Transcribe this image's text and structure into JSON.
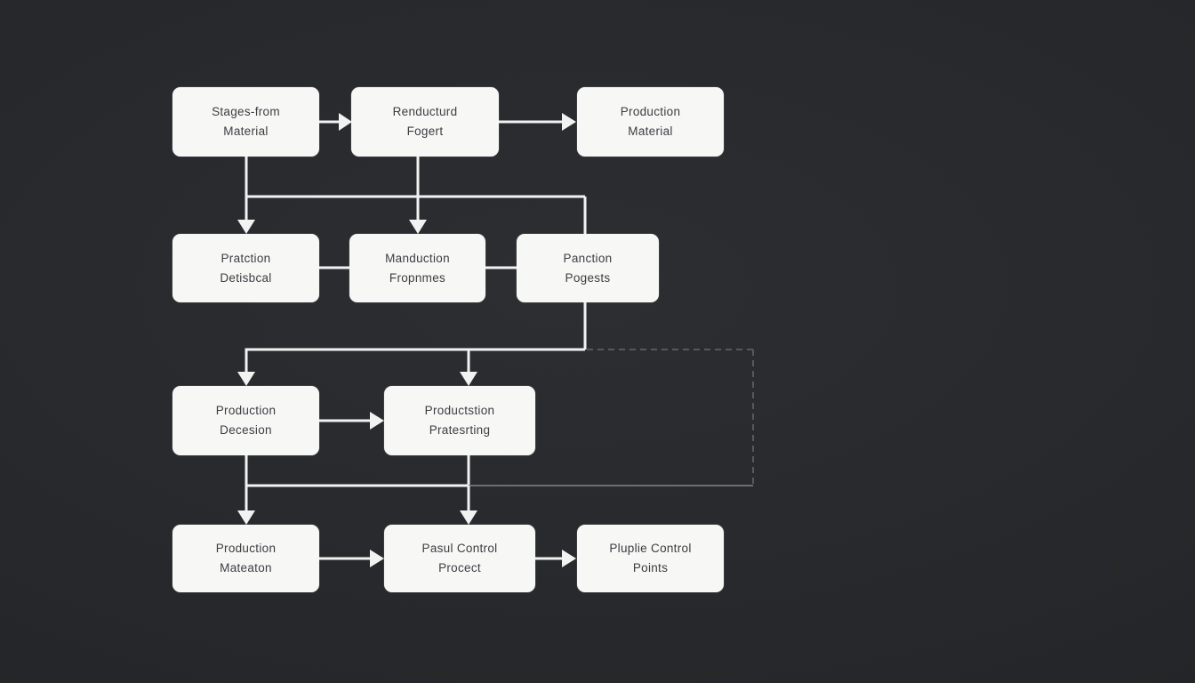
{
  "diagram": {
    "title": "production-flowchart",
    "nodes": [
      {
        "id": "stages-from-material",
        "line1": "Stages-from",
        "line2": "Material"
      },
      {
        "id": "renducturd-fogert",
        "line1": "Renducturd",
        "line2": "Fogert"
      },
      {
        "id": "production-material",
        "line1": "Production",
        "line2": "Material"
      },
      {
        "id": "pratction-detisbcal",
        "line1": "Pratction",
        "line2": "Detisbcal"
      },
      {
        "id": "manduction-fropnmes",
        "line1": "Manduction",
        "line2": "Fropnmes"
      },
      {
        "id": "panction-pogests",
        "line1": "Panction",
        "line2": "Pogests"
      },
      {
        "id": "production-decesion",
        "line1": "Production",
        "line2": "Decesion"
      },
      {
        "id": "productstion-pratesting",
        "line1": "Productstion",
        "line2": "Pratesrting"
      },
      {
        "id": "production-mateaton",
        "line1": "Production",
        "line2": "Mateaton"
      },
      {
        "id": "pasul-control-procect",
        "line1": "Pasul Control",
        "line2": "Procect"
      },
      {
        "id": "pluplie-control-points",
        "line1": "Pluplie Control",
        "line2": "Points"
      }
    ],
    "colors": {
      "node_fill": "#f7f7f6",
      "node_text": "#3b3d41",
      "connector": "#f2f2f2",
      "dashed_line": "#55585d",
      "dim_line": "#6b6e73",
      "background_center": "#2c2e32",
      "background_edge": "#1b1d20"
    }
  }
}
